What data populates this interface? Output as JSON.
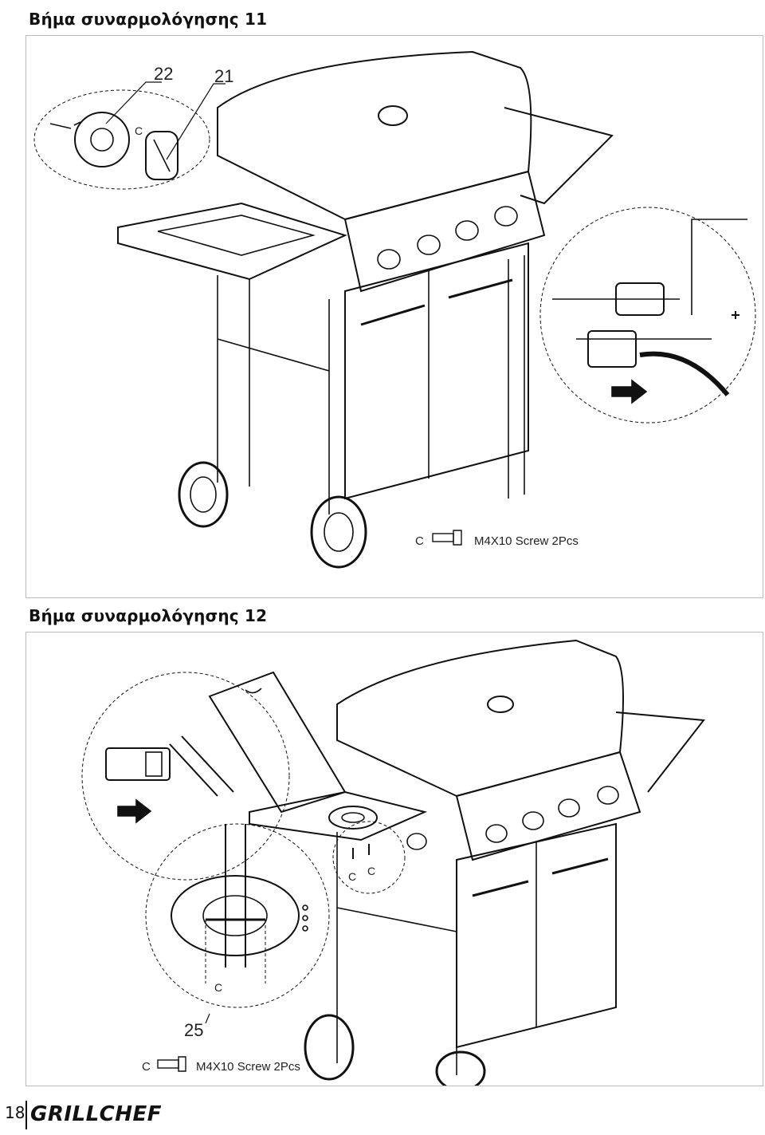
{
  "step11": {
    "title": "Βήμα συναρμολόγησης 11",
    "callouts": {
      "part_a": "22",
      "part_b": "21",
      "screw_letter": "C"
    },
    "hardware": {
      "letter": "C",
      "text": "M4X10 Screw  2Pcs"
    }
  },
  "step12": {
    "title": "Βήμα συναρμολόγησης 12",
    "callouts": {
      "part": "25",
      "screw_letter_1": "C",
      "screw_letter_2": "C",
      "detail_letter": "C"
    },
    "hardware": {
      "letter": "C",
      "text": "M4X10 Screw  2Pcs"
    }
  },
  "footer": {
    "page_number": "18",
    "brand": "GRILLCHEF"
  }
}
